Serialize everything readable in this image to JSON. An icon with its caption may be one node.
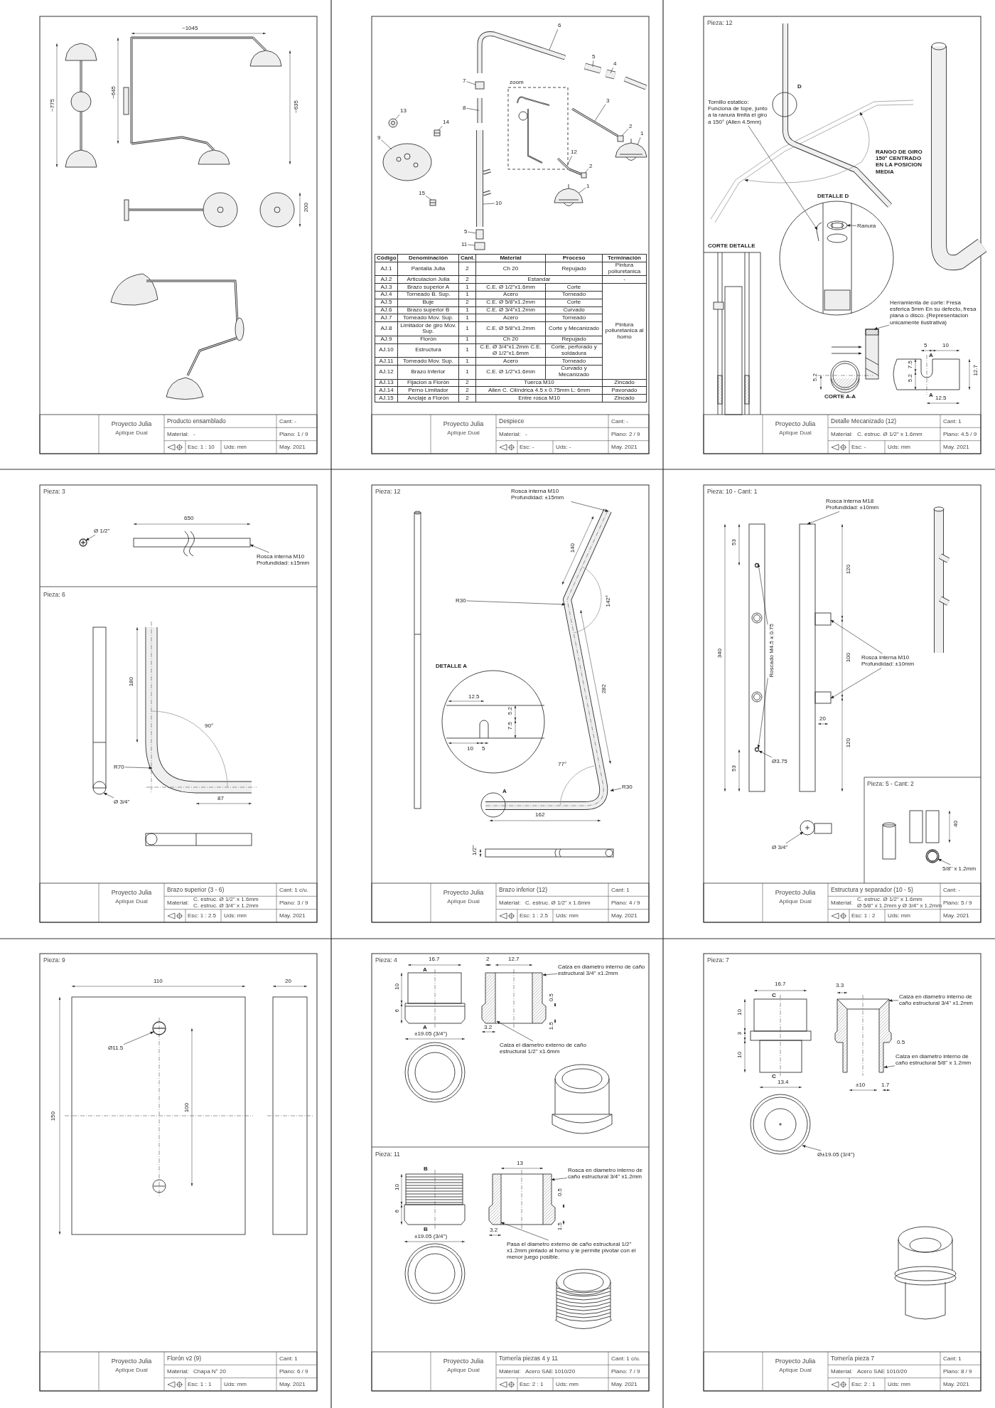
{
  "diagram": {
    "nodes": [
      {
        "text": [
          "6"
        ]
      },
      {
        "text": [
          "5"
        ]
      },
      {
        "text": [
          "4"
        ]
      },
      {
        "text": [
          "7"
        ]
      },
      {
        "text": [
          "8"
        ]
      },
      {
        "text": [
          "3"
        ]
      },
      {
        "text": [
          "13"
        ]
      },
      {
        "text": [
          "14"
        ]
      },
      {
        "text": [
          "2"
        ]
      },
      {
        "text": [
          "1"
        ]
      },
      {
        "text": [
          "9"
        ]
      },
      {
        "text": [
          "12"
        ]
      },
      {
        "text": [
          "2"
        ]
      },
      {
        "text": [
          "1"
        ]
      },
      {
        "text": [
          "15"
        ]
      },
      {
        "text": [
          "10"
        ]
      },
      {
        "text": [
          "5"
        ]
      },
      {
        "text": [
          "11"
        ]
      },
      {
        "text": [],
        "shape": "picture"
      },
      {
        "text": [],
        "shape": "picture"
      },
      {
        "text": [],
        "shape": "picture"
      },
      {
        "text": [],
        "shape": "box"
      },
      {
        "text": [],
        "shape": "picture"
      },
      {
        "text": [],
        "shape": "picture"
      },
      {
        "text": [],
        "shape": "picture"
      },
      {
        "text": [],
        "shape": "picture"
      },
      {
        "text": [],
        "shape": "box"
      },
      {
        "text": [],
        "shape": "picture"
      },
      {
        "text": [],
        "shape": "picture"
      },
      {
        "text": [],
        "shape": "picture"
      },
      {
        "text": [],
        "shape": "box"
      },
      {
        "text": [],
        "shape": "picture"
      },
      {
        "text": [],
        "shape": "picture"
      },
      {
        "text": [],
        "shape": "picture"
      },
      {
        "text": [],
        "shape": "box"
      },
      {
        "text": [],
        "shape": "box"
      },
      {
        "text": [
          "Tornillo estatico: Funciona de tope, junto a la ranura limita el giro a 150° (Allen 4.5mm)"
        ]
      },
      {
        "text": [
          "Ranura"
        ]
      },
      {
        "text": [
          "Herramienta de corte: Fresa esferica 5mm En su defecto, fresa plana o disco. (Representacion unicamente ilustrativa)"
        ]
      },
      {
        "text": [],
        "shape": "picture"
      },
      {
        "text": [],
        "shape": "picture"
      },
      {
        "text": [],
        "shape": "picture"
      },
      {
        "text": [
          "Ø 1/2\""
        ]
      },
      {
        "text": [
          "Rosca interna M10 Profundidad: ±15mm"
        ]
      },
      {
        "text": [
          "R70"
        ]
      },
      {
        "text": [
          "Ø 3/4\""
        ]
      },
      {
        "text": [],
        "shape": "circle"
      },
      {
        "text": [],
        "shape": "picture"
      },
      {
        "text": [],
        "shape": "picture"
      },
      {
        "text": [],
        "shape": "picture"
      },
      {
        "text": [
          "Rosca interna M10 Profundidad: ±15mm"
        ]
      },
      {
        "text": [
          "R30"
        ]
      },
      {
        "text": [
          "R30"
        ]
      },
      {
        "text": [],
        "shape": "picture"
      },
      {
        "text": [
          "Rosca interna M18 Profundidad: ±10mm"
        ]
      },
      {
        "text": [
          "Roscado M4.5 x 0.75"
        ]
      },
      {
        "text": [
          "Rosca interna M10 Profundidad: ±10mm"
        ]
      },
      {
        "text": [
          "Ø3.75"
        ]
      },
      {
        "text": [
          "Ø 3/4\""
        ]
      },
      {
        "text": [
          "5/8'' x 1.2mm"
        ]
      },
      {
        "text": [],
        "shape": "box"
      },
      {
        "text": [],
        "shape": "circle"
      },
      {
        "text": [],
        "shape": "box"
      },
      {
        "text": [],
        "shape": "box"
      },
      {
        "text": [],
        "shape": "circle"
      },
      {
        "text": [],
        "shape": "picture"
      },
      {
        "text": [],
        "shape": "circle"
      },
      {
        "text": [
          "Ø11.5"
        ]
      },
      {
        "text": [],
        "shape": "circle"
      },
      {
        "text": [
          "Calza en diametro interno de caño estructural 3/4'' x1.2mm"
        ]
      },
      {
        "text": [
          "Calza el diametro externo de caño estructural 1/2'' x1.6mm"
        ]
      },
      {
        "text": [
          "Rosca en diametro interno de caño estructural 3/4'' x1.2mm"
        ]
      },
      {
        "text": [
          "Pasa el diametro externo de caño estructural 1/2'' x1.2mm pintado al horno y le permite pivotar con el menor juego posible."
        ]
      },
      {
        "text": [],
        "shape": "picture"
      },
      {
        "text": [],
        "shape": "picture"
      },
      {
        "text": [
          "Calza en diametro interno de caño estructural 3/4'' x1.2mm"
        ]
      },
      {
        "text": [
          "Calza en diametro interno de caño estructural 5/8'' x 1.2mm"
        ]
      },
      {
        "text": [
          "Ø±19.05 (3/4'')"
        ]
      },
      {
        "text": [],
        "shape": "picture"
      },
      {
        "text": [],
        "shape": "picture"
      }
    ],
    "edges": [
      {
        "from": 0,
        "to": 18,
        "arrow": "none"
      },
      {
        "from": 1,
        "to": 19,
        "arrow": "none"
      },
      {
        "from": 2,
        "to": 20,
        "arrow": "none"
      },
      {
        "from": 3,
        "to": 21,
        "arrow": "none"
      },
      {
        "from": 4,
        "to": 22,
        "arrow": "none"
      },
      {
        "from": 5,
        "to": 23,
        "arrow": "none"
      },
      {
        "from": 6,
        "to": 24,
        "arrow": "none"
      },
      {
        "from": 7,
        "to": 25,
        "arrow": "none"
      },
      {
        "from": 8,
        "to": 26,
        "arrow": "none"
      },
      {
        "from": 9,
        "to": 27,
        "arrow": "none"
      },
      {
        "from": 10,
        "to": 28,
        "arrow": "none"
      },
      {
        "from": 11,
        "to": 29,
        "arrow": "none"
      },
      {
        "from": 12,
        "to": 30,
        "arrow": "none"
      },
      {
        "from": 13,
        "to": 31,
        "arrow": "none"
      },
      {
        "from": 14,
        "to": 32,
        "arrow": "none"
      },
      {
        "from": 15,
        "to": 33,
        "arrow": "none"
      },
      {
        "from": 16,
        "to": 34,
        "arrow": "none"
      },
      {
        "from": 17,
        "to": 35,
        "arrow": "none"
      },
      {
        "from": 36,
        "to": 39,
        "arrow": "to"
      },
      {
        "from": 37,
        "to": 40,
        "arrow": "to"
      },
      {
        "from": 38,
        "to": 41,
        "arrow": "to"
      },
      {
        "from": 42,
        "to": 46,
        "arrow": "to"
      },
      {
        "from": 43,
        "to": 47,
        "arrow": "to"
      },
      {
        "from": 44,
        "to": 49,
        "arrow": "to"
      },
      {
        "from": 45,
        "to": 48,
        "arrow": "to"
      },
      {
        "from": 50,
        "to": 53,
        "arrow": "to"
      },
      {
        "from": 51,
        "to": 53,
        "arrow": "to"
      },
      {
        "from": 52,
        "to": 53,
        "arrow": "to"
      },
      {
        "from": 54,
        "to": 60,
        "arrow": "to"
      },
      {
        "from": 55,
        "to": 61,
        "arrow": "to"
      },
      {
        "from": 55,
        "to": 64,
        "arrow": "to"
      },
      {
        "from": 56,
        "to": 62,
        "arrow": "to"
      },
      {
        "from": 56,
        "to": 63,
        "arrow": "to"
      },
      {
        "from": 57,
        "to": 64,
        "arrow": "to"
      },
      {
        "from": 58,
        "to": 65,
        "arrow": "to"
      },
      {
        "from": 59,
        "to": 66,
        "arrow": "to"
      },
      {
        "from": 67,
        "to": 68,
        "arrow": "to"
      },
      {
        "from": 69,
        "to": 73,
        "arrow": "to"
      },
      {
        "from": 70,
        "to": 73,
        "arrow": "to"
      },
      {
        "from": 71,
        "to": 74,
        "arrow": "to"
      },
      {
        "from": 72,
        "to": 74,
        "arrow": "to"
      },
      {
        "from": 75,
        "to": 78,
        "arrow": "to"
      },
      {
        "from": 76,
        "to": 78,
        "arrow": "to"
      },
      {
        "from": 77,
        "to": 79,
        "arrow": "to"
      }
    ],
    "labels": [
      "~1045",
      "~775",
      "~645",
      "~635",
      "200",
      "Proyecto Julia",
      "Aplique Dual",
      "Producto ensamblado",
      "Cant: -",
      "Material:",
      "-",
      "Plano: 1 / 9",
      "Esc: 1 : 10",
      "Uds: mm",
      "May. 2021",
      "zoom",
      "Código",
      "Denominación",
      "Cant.",
      "Material",
      "Proceso",
      "Terminación",
      "AJ.1",
      "Pantalla Julia",
      "2",
      "Ch 20",
      "Repujado",
      "Pintura poliuretanica",
      "AJ.2",
      "Articulacion Julia",
      "2",
      "Estandar",
      "-",
      "AJ.3",
      "Brazo superior A",
      "1",
      "C.E. Ø 1/2\"x1.6mm",
      "Corte",
      "Pintura poliuretanica al horno",
      "AJ.4",
      "Torneado B. Sup.",
      "1",
      "Acero",
      "Torneado",
      "AJ.5",
      "Buje",
      "2",
      "C.E. Ø 5/8\"x1.2mm",
      "Corte",
      "AJ.6",
      "Brazo superior B",
      "1",
      "C.E. Ø 3/4\"x1.2mm",
      "Curvado",
      "AJ.7",
      "Torneado Mov. Sup.",
      "1",
      "Acero",
      "Torneado",
      "AJ.8",
      "Limitador de giro Mov. Sup.",
      "1",
      "C.E. Ø 5/8\"x1.2mm",
      "Corte y Mecanizado",
      "AJ.9",
      "Florón",
      "1",
      "Ch 20",
      "Repujado",
      "AJ.10",
      "Estructura",
      "1",
      "C.E. Ø 3/4\"x1.2mm C.E. Ø 1/2\"x1.6mm",
      "Corte, perforado y soldadura",
      "AJ.11",
      "Torneado Mov. Sup.",
      "1",
      "Acero",
      "Torneado",
      "AJ.12",
      "Brazo Inferior",
      "1",
      "C.E. Ø 1/2\"x1.6mm",
      "Curvado y Mecanizado",
      "AJ.13",
      "Fijacion a Florón",
      "2",
      "Tuerca M10",
      "Zincado",
      "AJ.14",
      "Perno Limitador",
      "2",
      "Allen C. Cilíndrica 4.5 x 0.75mm L: 6mm",
      "Pavonado",
      "AJ.15",
      "Anclaje a Florón",
      "2",
      "Entre rosca M10",
      "Zincado",
      "Proyecto Julia",
      "Aplique Dual",
      "Despiece",
      "Cant: -",
      "Material:",
      "-",
      "Plano: 2 / 9",
      "Esc: -",
      "Uds: -",
      "May. 2021",
      "Pieza: 12",
      "D",
      "RANGO DE GIRO 150° CENTRADO EN LA POSICION MEDIA",
      "DETALLE D",
      "CORTE DETALLE",
      "5",
      "10",
      "A",
      "7.5",
      "12.7",
      "5.2",
      "5.2",
      "A",
      "12.5",
      "CORTE A-A",
      "Proyecto Julia",
      "Aplique Dual",
      "Detalle Mecanizado (12)",
      "Cant: 1",
      "Material:",
      "C. estruc. Ø 1/2\" x 1.6mm",
      "Plano: 4.5 / 9",
      "Esc: -",
      "Uds: mm",
      "May. 2021",
      "Pieza: 3",
      "650",
      "Pieza: 6",
      "180",
      "90°",
      "87",
      "Proyecto Julia",
      "Aplique Dual",
      "Brazo superior (3 - 6)",
      "Cant: 1 c/u.",
      "Material:",
      "C. estruc. Ø 1/2\" x 1.6mm",
      "C. estruc. Ø 3/4\" x 1.2mm",
      "Plano: 3 / 9",
      "Esc: 1 : 2.5",
      "Uds: mm",
      "May. 2021",
      "Pieza: 12",
      "140",
      "142°",
      "DETALLE A",
      "12.5",
      "5.2",
      "7.5",
      "10",
      "5",
      "282",
      "77°",
      "A",
      "162",
      "1/2\"",
      "Proyecto Julia",
      "Aplique Dual",
      "Brazo inferior (12)",
      "Cant: 1",
      "Material:",
      "C. estruc. Ø 1/2\" x 1.6mm",
      "Plano: 4 / 9",
      "Esc: 1 : 2.5",
      "Uds: mm",
      "May. 2021",
      "Pieza: 10 - Cant: 1",
      "53",
      "120",
      "340",
      "100",
      "20",
      "120",
      "53",
      "Pieza: 5 - Cant: 2",
      "40",
      "Proyecto Julia",
      "Aplique Dual",
      "Estructura y separador (10 - 5)",
      "Cant: -",
      "Material:",
      "C. estruc. Ø 1/2\" x 1.6mm",
      "Ø 5/8\" x 1.2mm y Ø 3/4\" x 1.2mm",
      "Plano: 5 / 9",
      "Esc: 1 : 2",
      "Uds: mm",
      "May. 2021",
      "Pieza: 9",
      "110",
      "20",
      "150",
      "100",
      "Proyecto Julia",
      "Aplique Dual",
      "Florón v2 (9)",
      "Cant: 1",
      "Material:",
      "Chapa N° 20",
      "Plano: 6 / 9",
      "Esc: 1 : 1",
      "Uds: mm",
      "May. 2021",
      "Pieza: 4",
      "16.7",
      "2",
      "12.7",
      "A",
      "10",
      "0.5",
      "6",
      "A",
      "3.2",
      "1.5",
      "±19.05 (3/4'')",
      "Pieza: 11",
      "13",
      "B",
      "10",
      "0.5",
      "6",
      "B",
      "3.2",
      "1.5",
      "±19.05 (3/4'')",
      "Proyecto Julia",
      "Aplique Dual",
      "Tornería piezas 4 y 11",
      "Cant: 1 c/u.",
      "Material:",
      "Acero SAE 1010/20",
      "Plano: 7 / 9",
      "Esc: 2 : 1",
      "Uds: mm",
      "May. 2021",
      "Pieza: 7",
      "16.7",
      "3.3",
      "C",
      "10",
      "3",
      "0.5",
      "10",
      "C",
      "±10",
      "1.7",
      "13.4",
      "Proyecto Julia",
      "Aplique Dual",
      "Tornería pieza 7",
      "Cant: 1",
      "Material:",
      "Acero SAE 1010/20",
      "Plano: 8 / 9",
      "Esc: 2 : 1",
      "Uds: mm",
      "May. 2021"
    ]
  }
}
